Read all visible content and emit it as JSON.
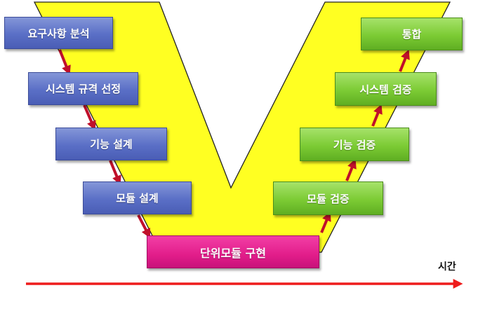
{
  "colors": {
    "v_fill": "#ffff22",
    "v_stroke": "#222222",
    "arrow": "#c0102a",
    "timeline": "#ee1c1c"
  },
  "left": [
    {
      "label": "요구사항 분석"
    },
    {
      "label": "시스템 규격 선정"
    },
    {
      "label": "기능 설계"
    },
    {
      "label": "모듈 설계"
    }
  ],
  "bottom": {
    "label": "단위모듈 구현"
  },
  "right": [
    {
      "label": "모듈 검증"
    },
    {
      "label": "기능 검증"
    },
    {
      "label": "시스템 검증"
    },
    {
      "label": "통합"
    }
  ],
  "timeline": {
    "label": "시간"
  }
}
